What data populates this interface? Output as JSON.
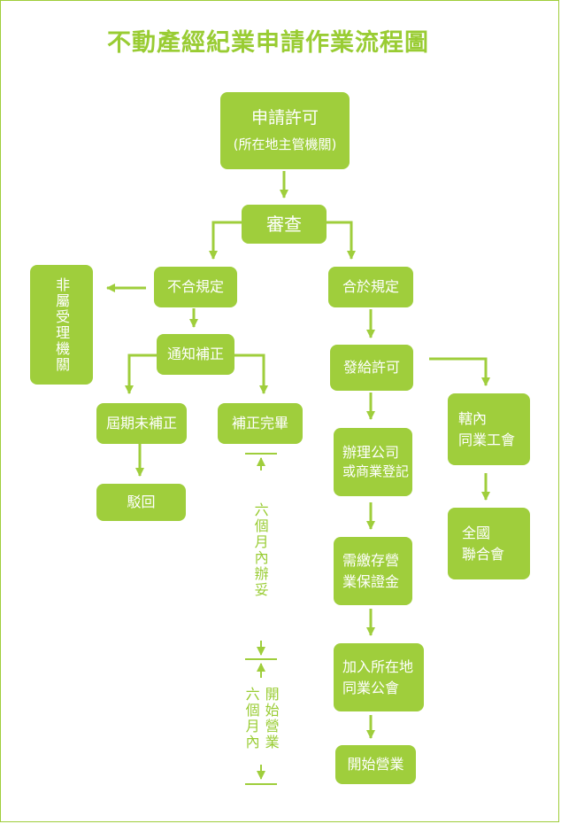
{
  "title": "不動產經紀業申請作業流程圖",
  "nodes": {
    "apply": {
      "line1": "申請許可",
      "line2": "(所在地主管機關)"
    },
    "review": "審查",
    "not_comply": "不合規定",
    "comply": "合於規定",
    "not_authority": "非屬受理機關",
    "notify": "通知補正",
    "overdue": "屆期未補正",
    "rejected": "駁回",
    "corrected": "補正完畢",
    "issue_permit": "發給許可",
    "register": {
      "line1": "辦理公司",
      "line2": "或商業登記"
    },
    "transfer": {
      "line1": "轄內",
      "line2": "同業工會"
    },
    "national": {
      "line1": "全國",
      "line2": "聯合會"
    },
    "deposit": {
      "line1": "需繳存營",
      "line2": "業保證金"
    },
    "join_assoc": {
      "line1": "加入所在地",
      "line2": "同業公會"
    },
    "start_business": "開始營業"
  },
  "timeline": {
    "six_months_done": "六個月內辦妥",
    "six_months": "六個月內",
    "start_business": "開始營業"
  },
  "colors": {
    "accent": "#9fce3c",
    "text_on_accent": "#ffffff"
  }
}
